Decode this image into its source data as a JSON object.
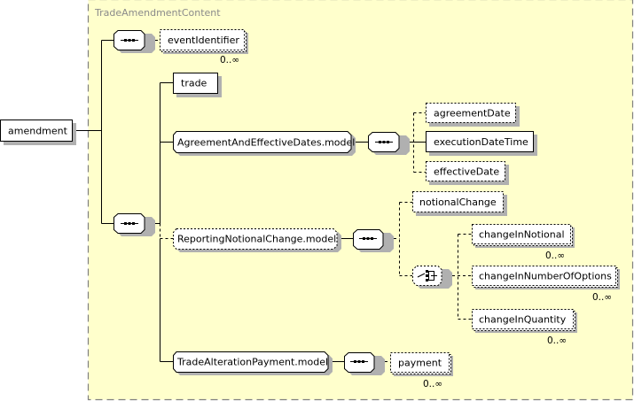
{
  "diagram": {
    "type": "xml-schema-content-model",
    "root": {
      "label": "amendment"
    },
    "group": {
      "title": "TradeAmendmentContent"
    },
    "colors": {
      "group_fill": "#ffffcc",
      "group_border": "#808080",
      "box_fill": "#ffffff",
      "shadow": "#b0b0b0",
      "line": "#000000"
    },
    "nodes": {
      "seq_outer": {
        "kind": "sequence"
      },
      "event_identifier": {
        "label": "eventIdentifier",
        "optional": true,
        "occurs": "0..∞"
      },
      "seq_main": {
        "kind": "sequence"
      },
      "trade": {
        "label": "trade",
        "optional": false
      },
      "agreement_model": {
        "label": "AgreementAndEffectiveDates.model",
        "kind": "group"
      },
      "seq_agreement": {
        "kind": "sequence"
      },
      "agreement_date": {
        "label": "agreementDate",
        "optional": true
      },
      "execution_date_time": {
        "label": "executionDateTime",
        "optional": false
      },
      "effective_date": {
        "label": "effectiveDate",
        "optional": true
      },
      "reporting_model": {
        "label": "ReportingNotionalChange.model",
        "kind": "group",
        "optional": true
      },
      "seq_reporting": {
        "kind": "sequence"
      },
      "notional_change": {
        "label": "notionalChange",
        "optional": true
      },
      "choice_reporting": {
        "kind": "choice",
        "optional": true
      },
      "change_in_notional": {
        "label": "changeInNotional",
        "optional": true,
        "occurs": "0..∞"
      },
      "change_in_number_of_options": {
        "label": "changeInNumberOfOptions",
        "optional": true,
        "occurs": "0..∞"
      },
      "change_in_quantity": {
        "label": "changeInQuantity",
        "optional": true,
        "occurs": "0..∞"
      },
      "payment_model": {
        "label": "TradeAlterationPayment.model",
        "kind": "group"
      },
      "seq_payment": {
        "kind": "sequence"
      },
      "payment": {
        "label": "payment",
        "optional": true,
        "occurs": "0..∞"
      }
    }
  }
}
